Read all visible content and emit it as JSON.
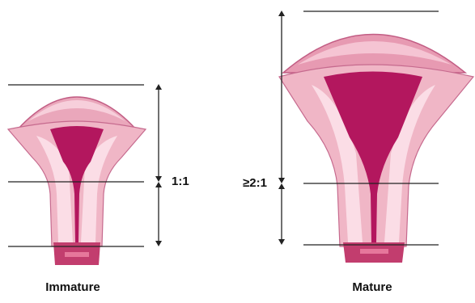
{
  "figure": {
    "panels": [
      {
        "caption": "Immature",
        "ratio_label": "1:1"
      },
      {
        "caption": "Mature",
        "ratio_label": "≥2:1"
      }
    ]
  },
  "colors": {
    "outer_pink": "#f0b6c6",
    "inner_pink": "#e49ab0",
    "light_band": "#fbdde6",
    "cavity_magenta": "#b3175e",
    "line": "#222222"
  }
}
